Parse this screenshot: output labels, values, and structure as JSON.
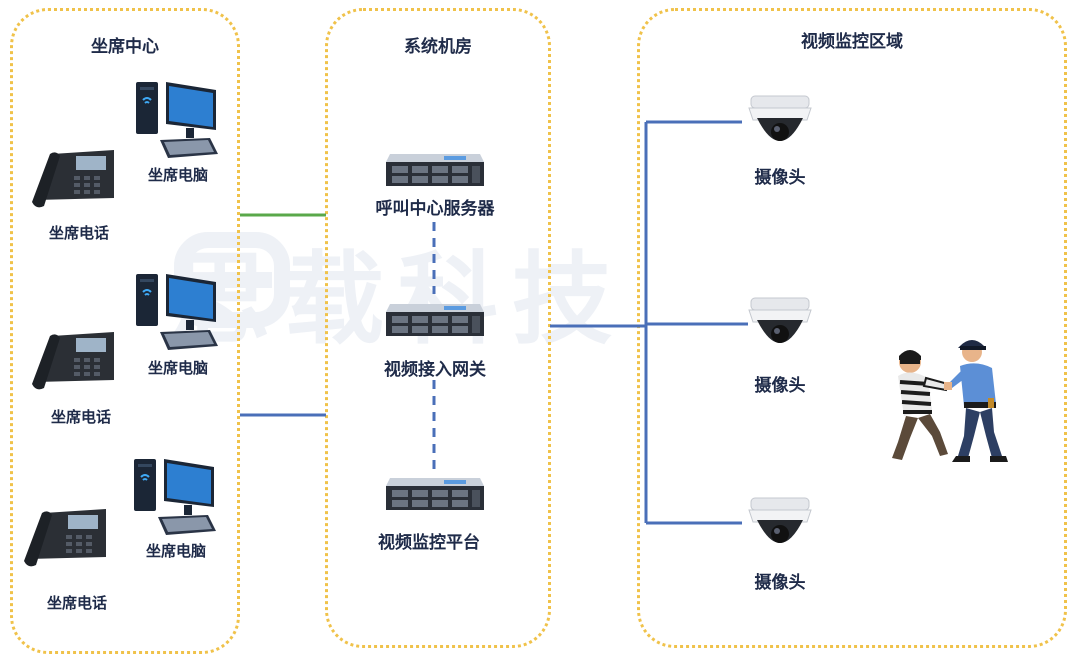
{
  "watermark": {
    "text": "思载科技"
  },
  "zones": {
    "agent_center": "坐席中心",
    "server_room": "系统机房",
    "video_area": "视频监控区域"
  },
  "agent_center": {
    "pc_label": "坐席电脑",
    "phone_label": "坐席电话"
  },
  "servers": {
    "call_center": "呼叫中心服务器",
    "video_gateway": "视频接入网关",
    "video_platform": "视频监控平台"
  },
  "cameras": {
    "label": "摄像头"
  },
  "colors": {
    "zone_border": "#f0c24a",
    "green_link": "#5aa84a",
    "blue_link": "#4a6fb8",
    "text": "#1f2b49"
  }
}
